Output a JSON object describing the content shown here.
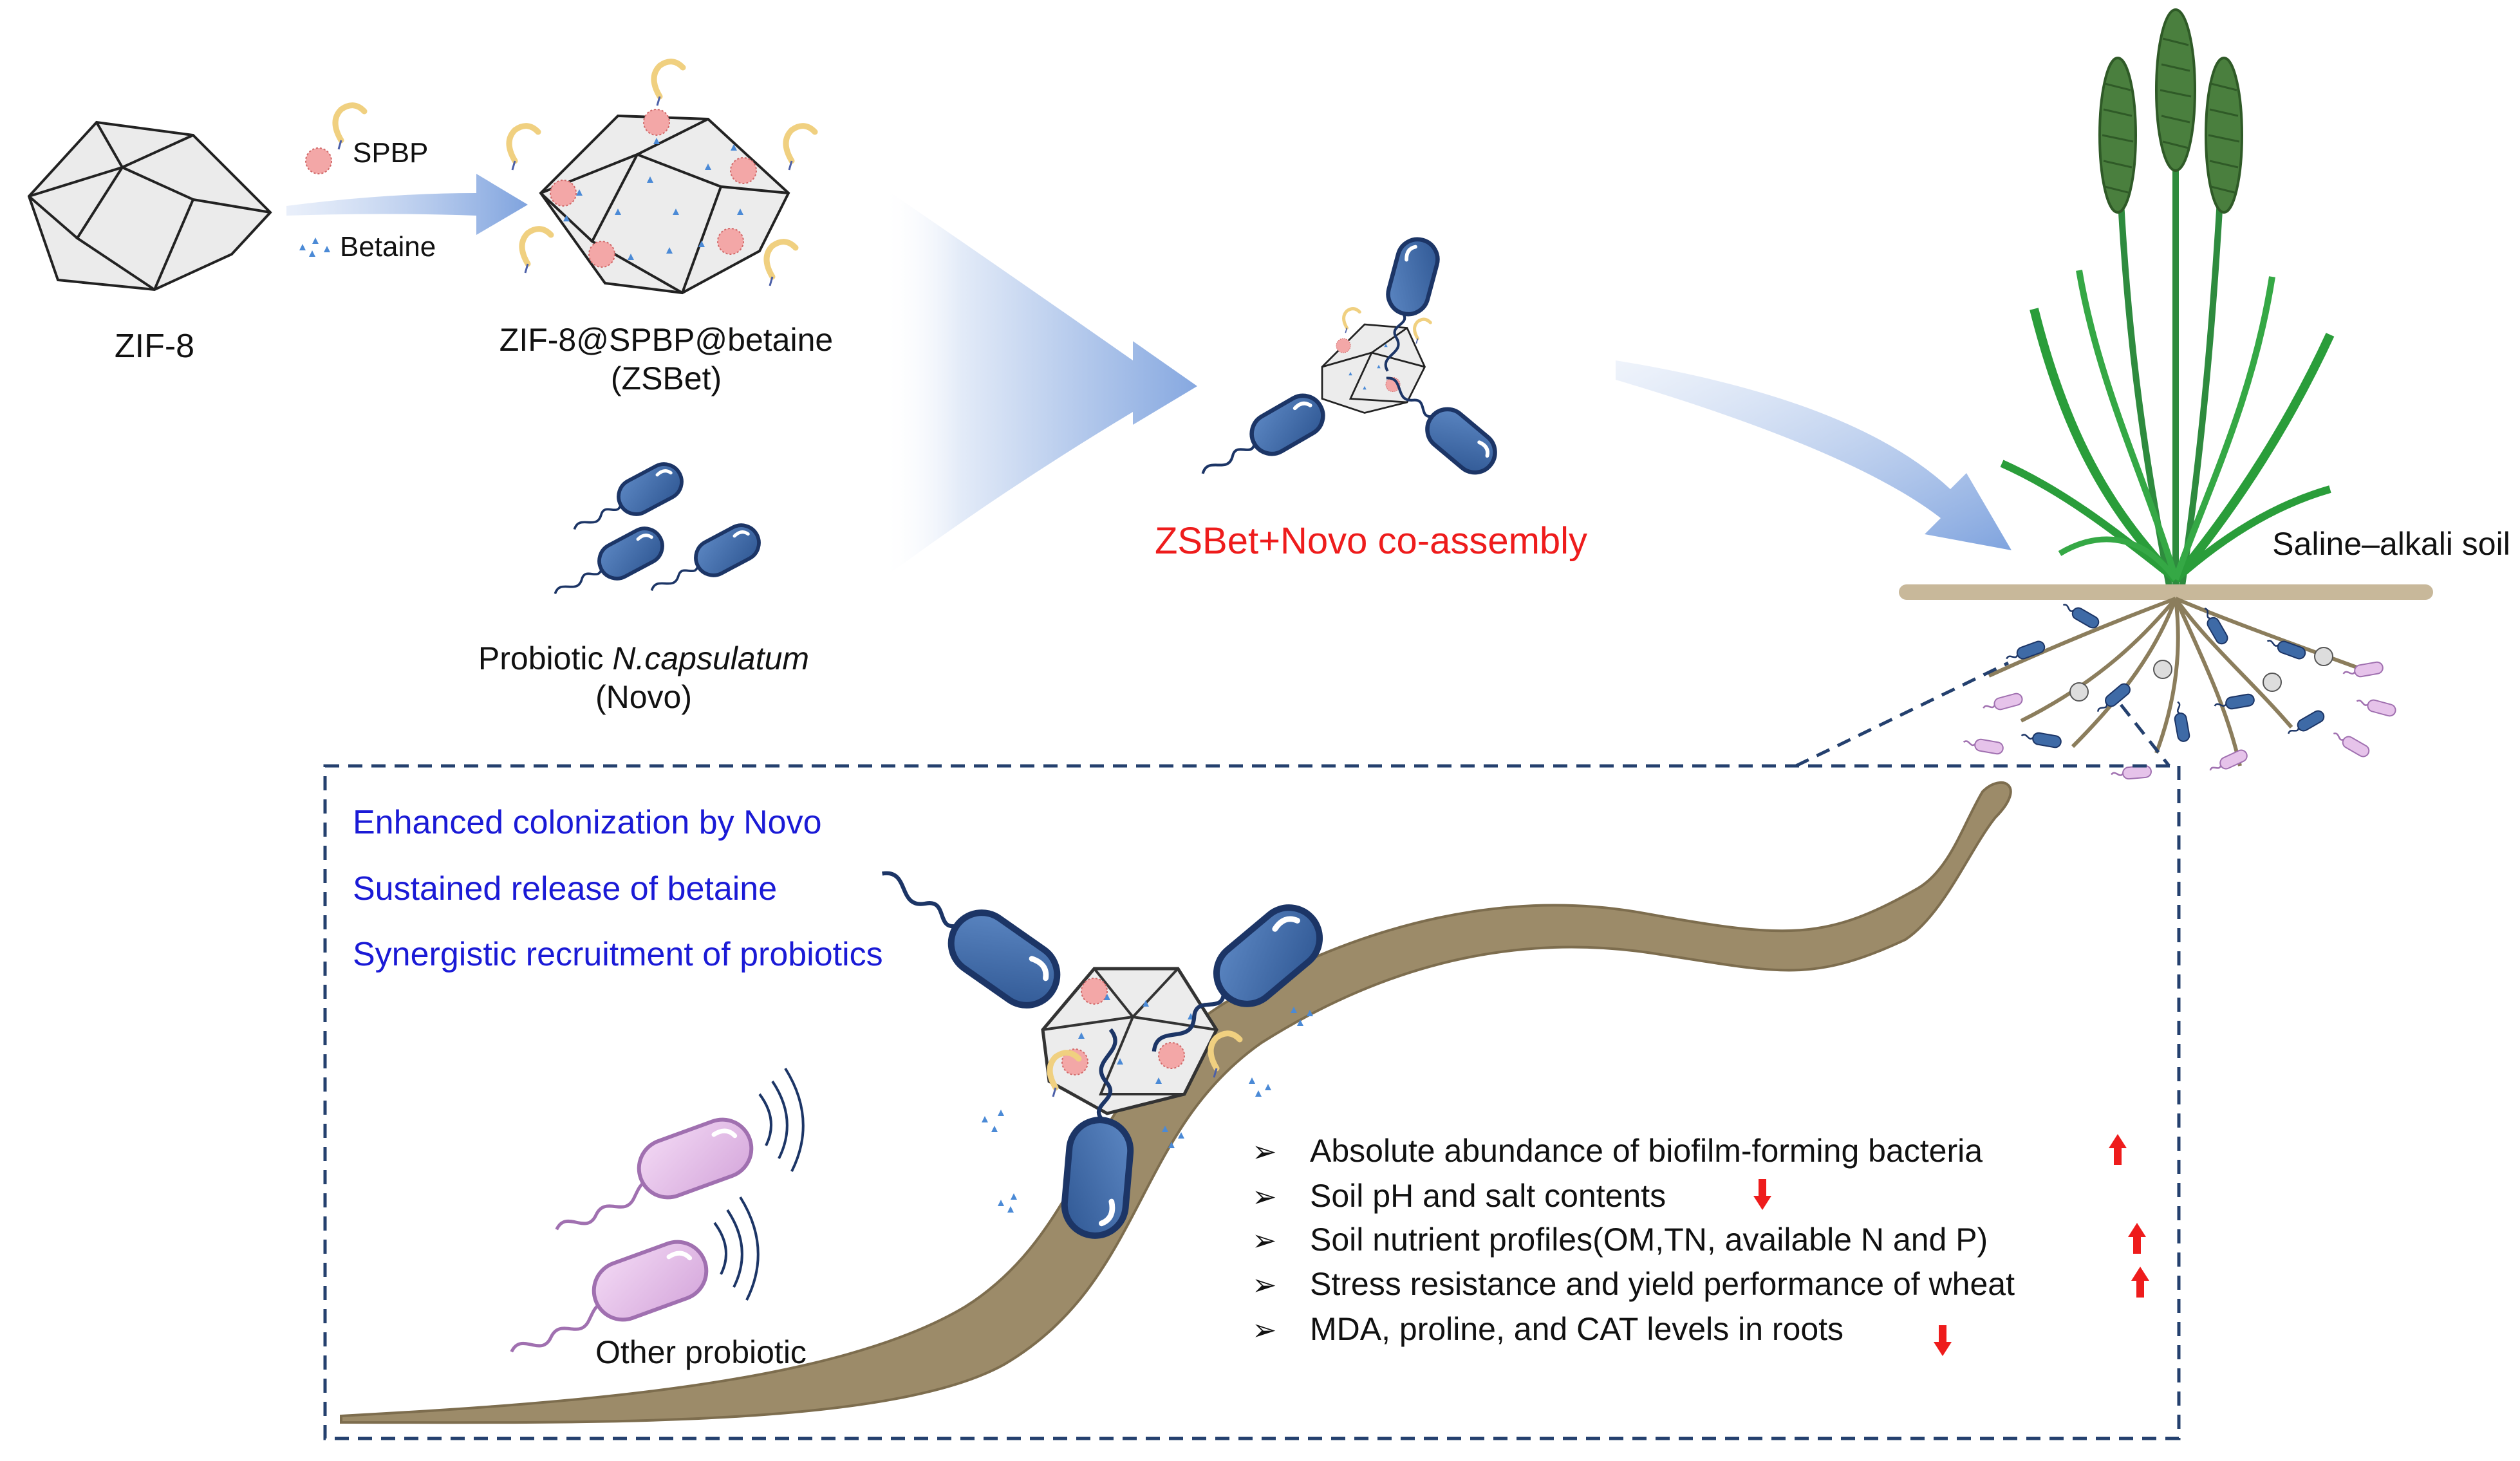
{
  "top": {
    "zif8_label": "ZIF-8",
    "spbp_label": "SPBP",
    "betaine_label": "Betaine",
    "zsbet_label_line1": "ZIF-8@SPBP@betaine",
    "zsbet_label_line2": "(ZSBet)",
    "probiotic_label_prefix": "Probiotic ",
    "probiotic_label_species": "N.capsulatum",
    "probiotic_label_line2": "(Novo)",
    "coassembly_label": "ZSBet+Novo co-assembly",
    "soil_label": "Saline–alkali soil"
  },
  "panel": {
    "effects": [
      "Enhanced colonization by Novo",
      "Sustained release of betaine",
      "Synergistic recruitment of probiotics"
    ],
    "other_probiotic_label": "Other probiotic",
    "outcomes": [
      {
        "text": "Absolute abundance of biofilm-forming bacteria",
        "trend": "up"
      },
      {
        "text": "Soil pH and salt contents",
        "trend": "down"
      },
      {
        "text": "Soil nutrient profiles(OM,TN, available N and P)",
        "trend": "up"
      },
      {
        "text": "Stress resistance and yield performance of wheat",
        "trend": "up"
      },
      {
        "text": "MDA, proline, and CAT levels in roots",
        "trend": "down"
      }
    ]
  },
  "colors": {
    "bacterium_fill": "#3e6aa6",
    "bacterium_stroke": "#1c3566",
    "probiotic_fill": "#e6c3ea",
    "probiotic_stroke": "#a070b0",
    "root_color": "#8b7d5c",
    "arrow_color": "#8faee0",
    "effect_text": "#1a1ad6",
    "coassembly_text": "#ee1c1c",
    "trend_arrow": "#ee1c1c",
    "dash_box": "#24406e"
  }
}
